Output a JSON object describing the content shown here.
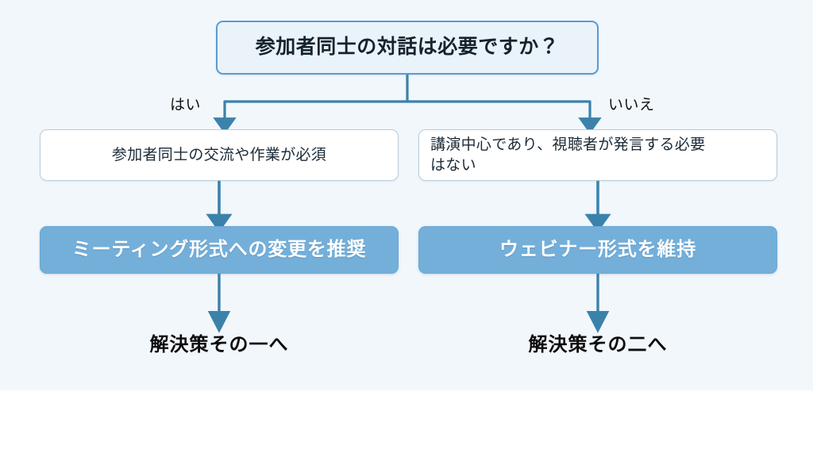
{
  "theme": {
    "slide_background": "#f2f7fb",
    "page_background": "#ffffff",
    "connector_color": "#3b82ab",
    "decision_border": "#5a9bd5",
    "decision_fill": "#eaf3fa",
    "condition_border": "#b9ccd8",
    "condition_fill": "#ffffff",
    "action_fill": "#74afda",
    "action_text": "#ffffff",
    "body_text": "#16232d"
  },
  "flow": {
    "decision": {
      "text": "参加者同士の対話は必要ですか？"
    },
    "branches": [
      {
        "label": "はい",
        "condition": "参加者同士の交流や作業が必須",
        "condition_lines": [
          "参加者同士の交流や作業が必須"
        ],
        "action": "ミーティング形式への変更を推奨",
        "outcome": "解決策その一へ"
      },
      {
        "label": "いいえ",
        "condition": "講演中心であり、視聴者が発言する必要はない",
        "condition_lines": [
          "講演中心であり、視聴者が発言する必要",
          "はない"
        ],
        "action": "ウェビナー形式を維持",
        "outcome": "解決策その二へ"
      }
    ]
  }
}
